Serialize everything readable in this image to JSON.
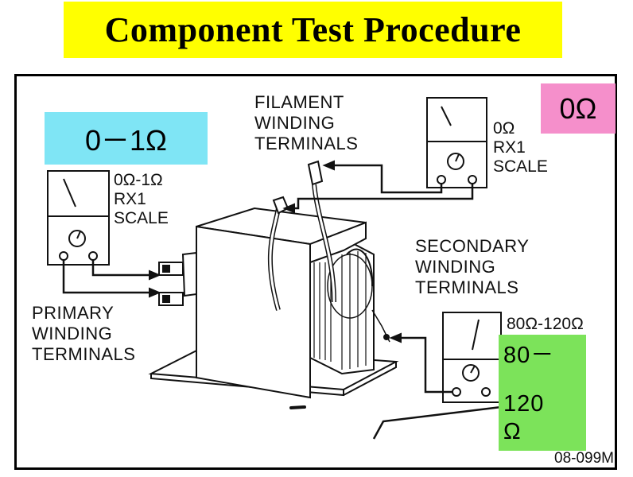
{
  "title": "Component Test Procedure",
  "labels": {
    "filament_line1": "FILAMENT",
    "filament_line2": "WINDING",
    "filament_line3": "TERMINALS",
    "primary_line1": "PRIMARY",
    "primary_line2": "WINDING",
    "primary_line3": "TERMINALS",
    "secondary_line1": "SECONDARY",
    "secondary_line2": "WINDING",
    "secondary_line3": "TERMINALS"
  },
  "meters": {
    "primary": {
      "range": "0Ω-1Ω",
      "rx": "RX1",
      "scale": "SCALE"
    },
    "filament": {
      "range": "0Ω",
      "rx": "RX1",
      "scale": "SCALE"
    },
    "secondary": {
      "range": "80Ω-120Ω"
    }
  },
  "highlights": {
    "primary": "0－1Ω",
    "filament": "0Ω",
    "secondary_line1": "80－",
    "secondary_line2": "120",
    "secondary_line3": "Ω"
  },
  "figure_code": "08-099M",
  "colors": {
    "title_bg": "#ffff00",
    "primary_bg": "#7fe5f5",
    "filament_bg": "#f58fcb",
    "secondary_bg": "#7ce35a"
  }
}
